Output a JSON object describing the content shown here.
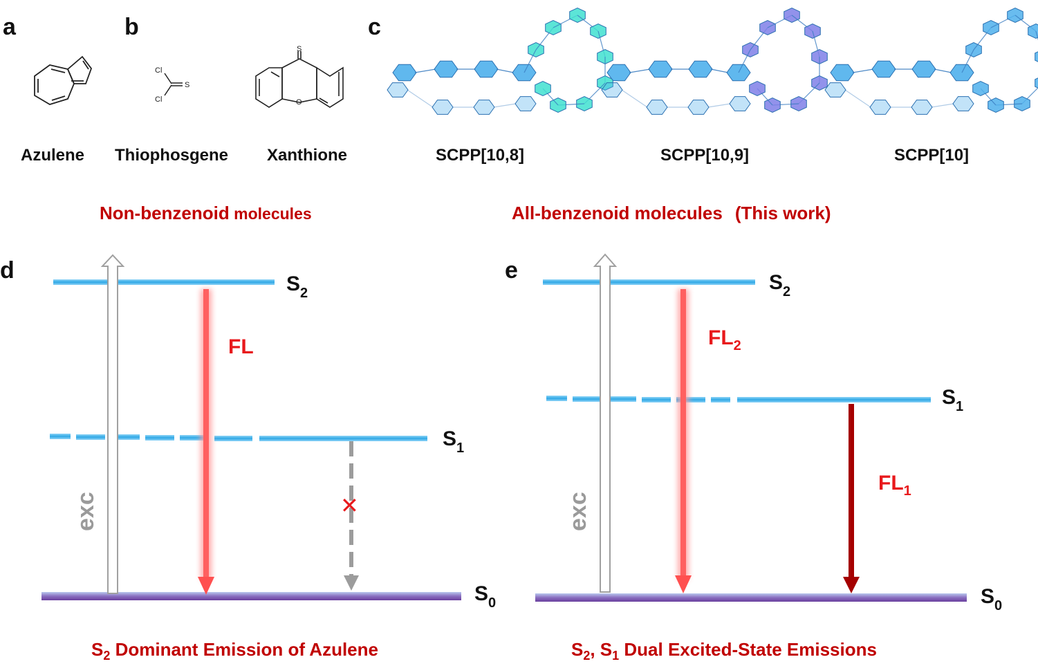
{
  "panels": {
    "a": "a",
    "b": "b",
    "c": "c",
    "d": "d",
    "e": "e"
  },
  "molecules": {
    "azulene": "Azulene",
    "thiophosgene": "Thiophosgene",
    "xanthione": "Xanthione",
    "scpp_10_8": "SCPP[10,8]",
    "scpp_10_9": "SCPP[10,9]",
    "scpp_10": "SCPP[10]"
  },
  "atoms": {
    "cl": "Cl",
    "s": "S",
    "o": "O"
  },
  "captions": {
    "non_benzenoid_bold": "Non-benzenoid",
    "non_benzenoid_rest": " molecules",
    "all_benzenoid": "All-benzenoid molecules",
    "this_work": "(This work)",
    "d_s": "S",
    "d_sub": "2",
    "d_rest": " Dominant Emission of Azulene",
    "e_s2": "S",
    "e_sub2": "2",
    "e_mid": ", S",
    "e_sub1": "1",
    "e_rest": " Dual Excited-State Emissions"
  },
  "states": {
    "s": "S",
    "sub2": "2",
    "sub1": "1",
    "sub0": "0"
  },
  "transitions": {
    "fl": "FL",
    "fl2_sub": "2",
    "fl1_sub": "1",
    "exc": "exc",
    "blocked": "✕"
  },
  "colors": {
    "level_blue": "#3aaee8",
    "ground_purple": "#7b5ab0",
    "fl_red": "#ff5a5a",
    "fl_dark": "#a50000",
    "caption_red": "#c00000",
    "exc_gray": "#9a9a9a",
    "ring_cyan": "#3fe0d0",
    "ring_blue": "#4fb0ec",
    "ring_violet": "#7f7fe8"
  }
}
